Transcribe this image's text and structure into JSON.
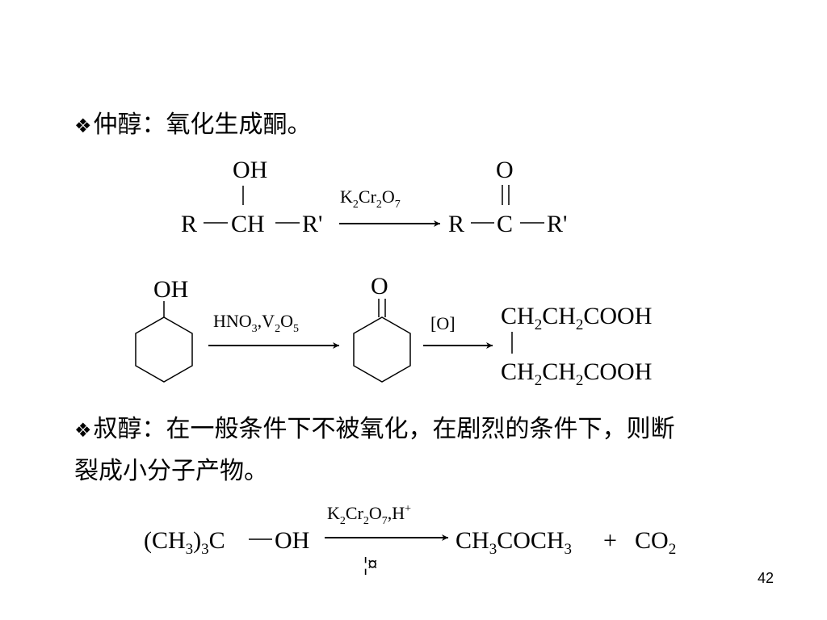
{
  "section1": {
    "bullet": "❖",
    "text": "仲醇：氧化生成酮。"
  },
  "reaction1": {
    "reactant": {
      "R": "R",
      "CH": "CH",
      "Rp": "R'",
      "OH": "OH"
    },
    "reagent": {
      "K": "K",
      "Cr": "Cr",
      "O": "O",
      "sub1": "2",
      "sub2": "2",
      "sub3": "7"
    },
    "product": {
      "R": "R",
      "C": "C",
      "Rp": "R'",
      "O": "O"
    }
  },
  "reaction2": {
    "reactant_oh": "OH",
    "reagent1": {
      "HNO": "HNO",
      "s1": "3",
      "V": ",V",
      "s2": "2",
      "O": "O",
      "s3": "5"
    },
    "intermediate_o": "O",
    "reagent2": "[O]",
    "product": {
      "CH": "CH",
      "s1": "2",
      "CH2": "CH",
      "s2": "2",
      "tail": "COOH"
    }
  },
  "section2": {
    "bullet": "❖",
    "line1": "叔醇：在一般条件下不被氧化，在剧烈的条件下，则断",
    "line2": "裂成小分子产物。"
  },
  "reaction3": {
    "reactant": {
      "open": "(CH",
      "s1": "3",
      "close": ")",
      "s2": "3",
      "C": "C",
      "OH": "OH"
    },
    "reagent": {
      "K": "K",
      "Cr": "Cr",
      "O": "O",
      "s1": "2",
      "s2": "2",
      "s3": "7",
      "H": ",H",
      "plus": "+"
    },
    "below_arrow": "¦¤",
    "product1": {
      "CH": "CH",
      "s1": "3",
      "COCH": "COCH",
      "s2": "3"
    },
    "plus": "+",
    "product2": {
      "CO": "CO",
      "s1": "2"
    }
  },
  "page_number": "42"
}
